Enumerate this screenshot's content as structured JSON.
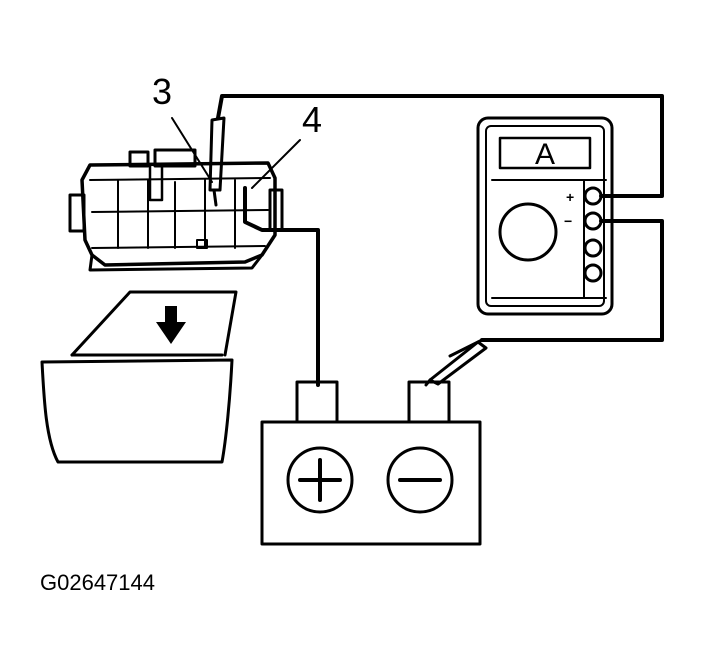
{
  "callouts": {
    "terminal_3": "3",
    "terminal_4": "4"
  },
  "meter": {
    "unit_label": "A",
    "plus_label": "+",
    "minus_label": "−"
  },
  "figure_code": "G02647144",
  "colors": {
    "ink": "#000000",
    "paper": "#ffffff"
  }
}
